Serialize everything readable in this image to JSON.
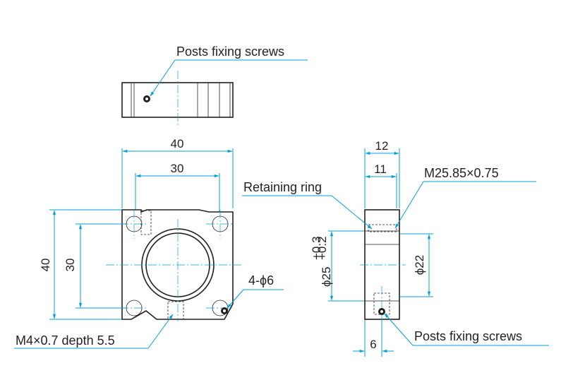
{
  "labels": {
    "posts_fixing_screws_top": "Posts fixing screws",
    "retaining_ring": "Retaining ring",
    "thread_spec": "M25.85×0.75",
    "posts_fixing_screws_side": "Posts fixing screws",
    "mount_holes": "4-ϕ6",
    "tap_hole": "M4×0.7 depth 5.5"
  },
  "dimensions": {
    "front_width_outer": "40",
    "front_width_inner": "30",
    "front_height_outer": "40",
    "front_height_inner": "30",
    "side_width_outer": "12",
    "side_width_inner": "11",
    "side_bottom": "6",
    "bore_diameter_prefix": "ϕ25",
    "bore_tol_upper": "+0.3",
    "bore_tol_lower": "+0.2",
    "inner_diameter": "ϕ22"
  },
  "colors": {
    "dimension_line": "#00a0d8",
    "outline": "#231f20"
  }
}
